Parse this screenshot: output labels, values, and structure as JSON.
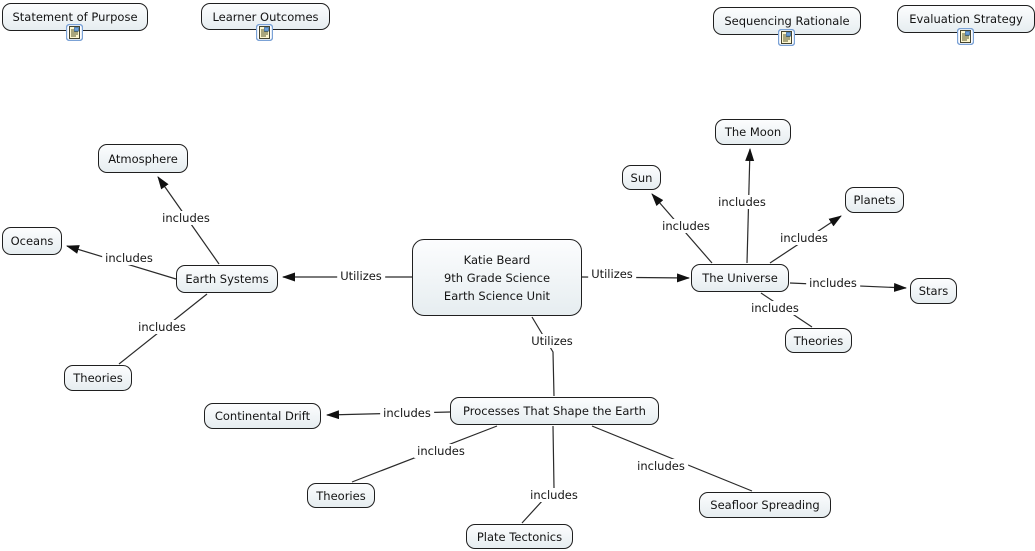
{
  "colors": {
    "node_border": "#1f1f1f",
    "node_fill_top": "#fcfdfe",
    "node_fill_bottom": "#e6edf0",
    "link_line": "#2a2a2a",
    "icon_frame": "#7ba2d6"
  },
  "top_resources": [
    {
      "label": "Statement of Purpose",
      "icon": "document-resource-icon"
    },
    {
      "label": "Learner Outcomes",
      "icon": "document-resource-icon"
    },
    {
      "label": "Sequencing Rationale",
      "icon": "document-resource-icon"
    },
    {
      "label": "Evaluation Strategy",
      "icon": "document-resource-icon"
    }
  ],
  "title_node": {
    "lines": [
      "Katie Beard",
      "9th Grade Science",
      "Earth Science Unit"
    ]
  },
  "concepts": [
    {
      "id": "earth-systems",
      "label": "Earth Systems"
    },
    {
      "id": "atmosphere",
      "label": "Atmosphere"
    },
    {
      "id": "oceans",
      "label": "Oceans"
    },
    {
      "id": "theories-left",
      "label": "Theories"
    },
    {
      "id": "the-universe",
      "label": "The Universe"
    },
    {
      "id": "sun",
      "label": "Sun"
    },
    {
      "id": "the-moon",
      "label": "The Moon"
    },
    {
      "id": "planets",
      "label": "Planets"
    },
    {
      "id": "stars",
      "label": "Stars"
    },
    {
      "id": "theories-right",
      "label": "Theories"
    },
    {
      "id": "processes",
      "label": "Processes That Shape the Earth"
    },
    {
      "id": "continental-drift",
      "label": "Continental Drift"
    },
    {
      "id": "theories-bottom",
      "label": "Theories"
    },
    {
      "id": "plate-tectonics",
      "label": "Plate Tectonics"
    },
    {
      "id": "seafloor-spreading",
      "label": "Seafloor Spreading"
    }
  ],
  "links": [
    {
      "from": "root",
      "to": "earth-systems",
      "label": "Utilizes",
      "arrow": true
    },
    {
      "from": "root",
      "to": "the-universe",
      "label": "Utilizes",
      "arrow": true
    },
    {
      "from": "root",
      "to": "processes",
      "label": "Utilizes",
      "arrow": false
    },
    {
      "from": "earth-systems",
      "to": "atmosphere",
      "label": "includes",
      "arrow": true
    },
    {
      "from": "earth-systems",
      "to": "oceans",
      "label": "includes",
      "arrow": true
    },
    {
      "from": "earth-systems",
      "to": "theories-left",
      "label": "includes",
      "arrow": false
    },
    {
      "from": "the-universe",
      "to": "sun",
      "label": "includes",
      "arrow": true
    },
    {
      "from": "the-universe",
      "to": "the-moon",
      "label": "includes",
      "arrow": true
    },
    {
      "from": "the-universe",
      "to": "planets",
      "label": "includes",
      "arrow": true
    },
    {
      "from": "the-universe",
      "to": "stars",
      "label": "includes",
      "arrow": true
    },
    {
      "from": "the-universe",
      "to": "theories-right",
      "label": "includes",
      "arrow": false
    },
    {
      "from": "processes",
      "to": "continental-drift",
      "label": "includes",
      "arrow": true
    },
    {
      "from": "processes",
      "to": "theories-bottom",
      "label": "includes",
      "arrow": false
    },
    {
      "from": "processes",
      "to": "plate-tectonics",
      "label": "includes",
      "arrow": false
    },
    {
      "from": "processes",
      "to": "seafloor-spreading",
      "label": "includes",
      "arrow": false
    }
  ]
}
